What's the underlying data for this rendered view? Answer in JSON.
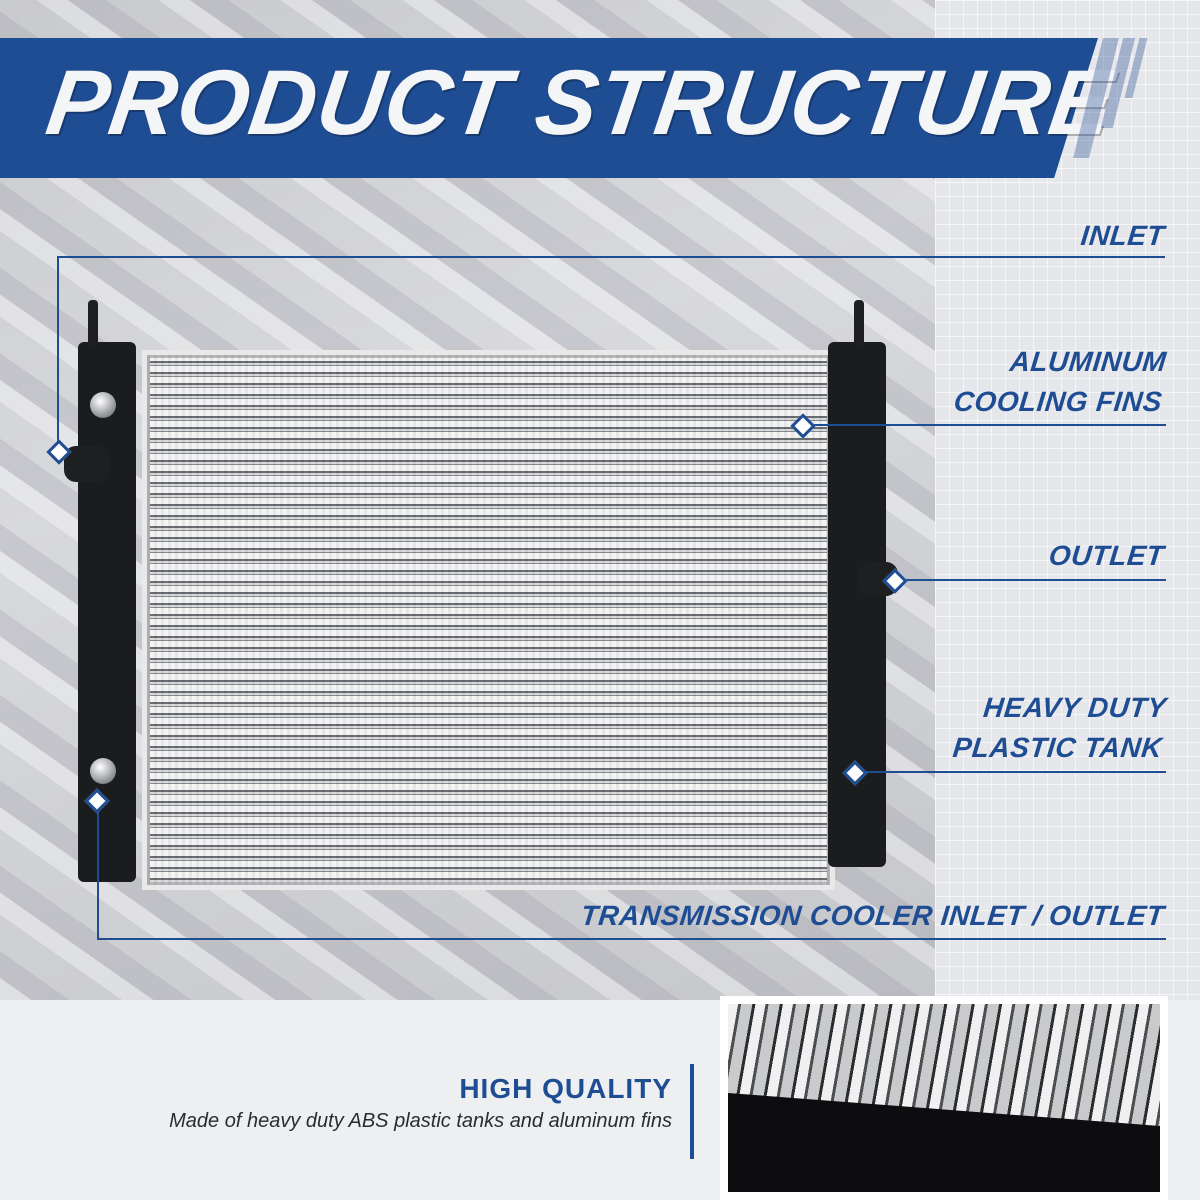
{
  "title": "PRODUCT STRUCTURE",
  "callouts": [
    {
      "id": "inlet",
      "lines": [
        "INLET"
      ]
    },
    {
      "id": "fins",
      "lines": [
        "ALUMINUM",
        "COOLING FINS"
      ]
    },
    {
      "id": "outlet",
      "lines": [
        "OUTLET"
      ]
    },
    {
      "id": "tank",
      "lines": [
        "HEAVY DUTY",
        "PLASTIC TANK"
      ]
    },
    {
      "id": "transmission",
      "lines": [
        "TRANSMISSION COOLER INLET / OUTLET"
      ]
    }
  ],
  "feature": {
    "title": "HIGH QUALITY",
    "description": "Made of heavy duty ABS plastic tanks and aluminum fins"
  },
  "colors": {
    "accent": "#1f4d93",
    "tank": "#1b1c1e"
  }
}
